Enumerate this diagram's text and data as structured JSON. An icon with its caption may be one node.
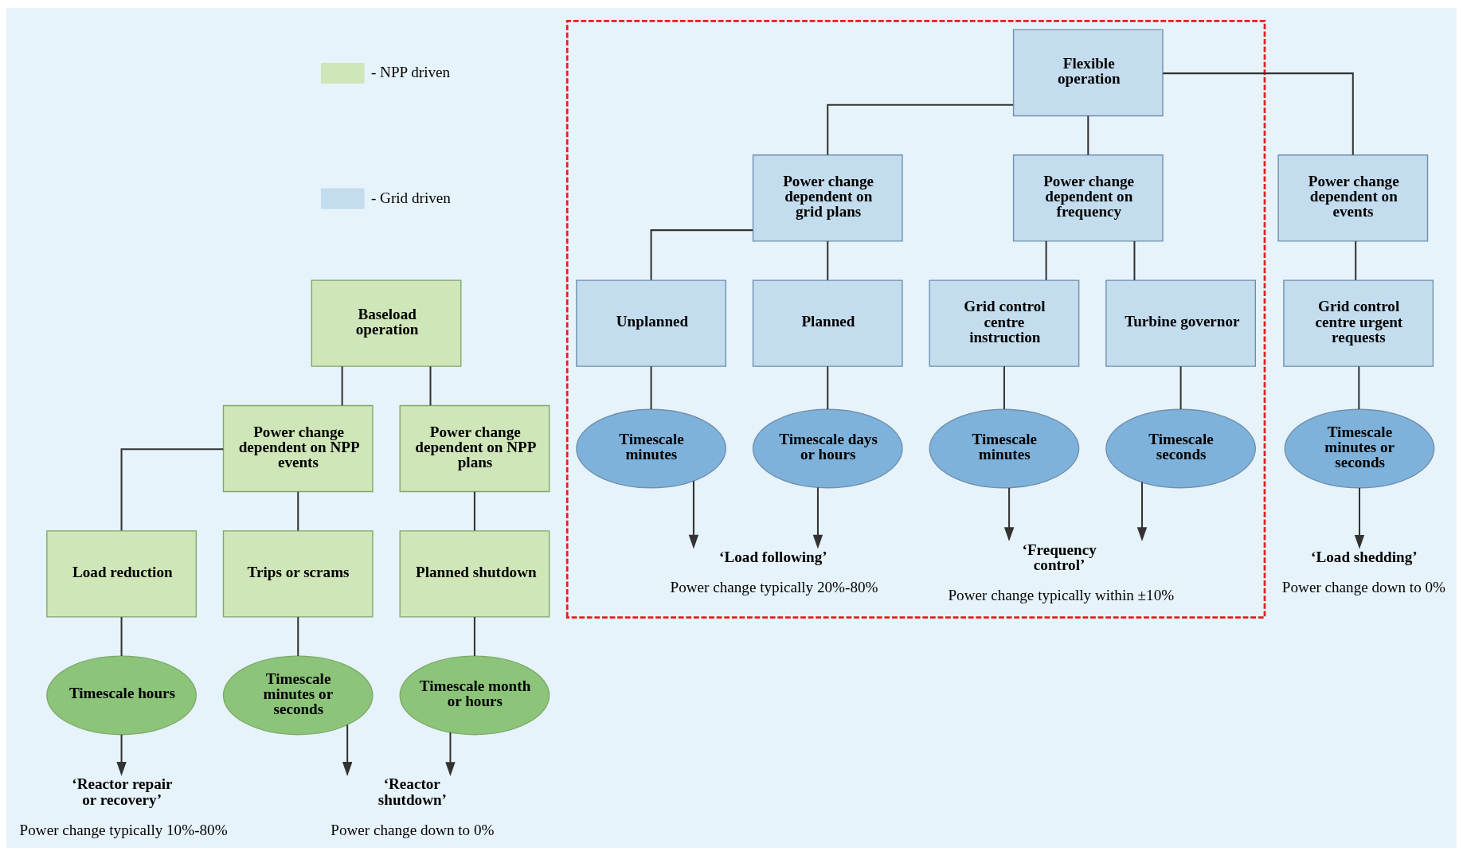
{
  "diagram": {
    "nodes": [
      {
        "text": [],
        "shape": "box"
      },
      {
        "text": [
          "Baseload operation"
        ]
      },
      {
        "text": [
          "Flexible operation"
        ],
        "in": 0
      },
      {
        "text": [
          "Power change dependent on NPP events"
        ]
      },
      {
        "text": [
          "Power change dependent on NPP plans"
        ]
      },
      {
        "text": [
          "Power change dependent on events"
        ]
      },
      {
        "text": [
          "Power change dependent on grid plans"
        ],
        "in": 0
      },
      {
        "text": [
          "Power change dependent on frequency"
        ],
        "in": 0
      },
      {
        "text": [
          "Load reduction"
        ]
      },
      {
        "text": [
          "Trips or scrams"
        ]
      },
      {
        "text": [
          "Planned shutdown"
        ]
      },
      {
        "text": [
          "Grid control centre urgent requests"
        ]
      },
      {
        "text": [
          "Unplanned"
        ],
        "in": 0
      },
      {
        "text": [
          "Planned"
        ],
        "in": 0
      },
      {
        "text": [
          "Grid control centre instruction"
        ],
        "in": 0
      },
      {
        "text": [
          "Turbine governor"
        ],
        "in": 0
      },
      {
        "text": [
          "Timescale hours"
        ]
      },
      {
        "text": [
          "Timescale minutes or seconds"
        ]
      },
      {
        "text": [
          "Timescale month or hours"
        ]
      },
      {
        "text": [
          "Timescale minutes or seconds"
        ]
      },
      {
        "text": [
          "Timescale minutes"
        ],
        "in": 0
      },
      {
        "text": [
          "Timescale days or hours"
        ],
        "in": 0
      },
      {
        "text": [
          "Timescale minutes"
        ],
        "in": 0
      },
      {
        "text": [
          "Timescale seconds"
        ],
        "in": 0
      },
      {
        "text": [
          "‘Reactor repair or recovery’"
        ],
        "beside": [
          "Power change typically 10%-80%"
        ]
      },
      {
        "text": [
          "‘Reactor shutdown’"
        ],
        "beside": [
          "Power change down to 0%"
        ]
      },
      {
        "text": [
          "‘Load shedding’"
        ],
        "beside": [
          "Power change down to 0%"
        ]
      },
      {
        "text": [
          "‘Load following’"
        ],
        "in": 0,
        "beside": [
          "Power change typically 20%-80%"
        ]
      },
      {
        "text": [
          "‘Frequency control’"
        ],
        "in": 0,
        "beside": [
          "Power change typically within ±10%"
        ]
      }
    ],
    "edges": [
      {
        "from": 1,
        "to": 3,
        "arrow": "none"
      },
      {
        "from": 1,
        "to": 4,
        "arrow": "none"
      },
      {
        "from": 2,
        "to": 5,
        "arrow": "none"
      },
      {
        "from": 2,
        "to": 6,
        "arrow": "none"
      },
      {
        "from": 2,
        "to": 7,
        "arrow": "none"
      },
      {
        "from": 3,
        "to": 8,
        "arrow": "none"
      },
      {
        "from": 3,
        "to": 9,
        "arrow": "none"
      },
      {
        "from": 4,
        "to": 10,
        "arrow": "none"
      },
      {
        "from": 5,
        "to": 11,
        "arrow": "none"
      },
      {
        "from": 6,
        "to": 12,
        "arrow": "none"
      },
      {
        "from": 6,
        "to": 13,
        "arrow": "none"
      },
      {
        "from": 7,
        "to": 14,
        "arrow": "none"
      },
      {
        "from": 7,
        "to": 15,
        "arrow": "none"
      },
      {
        "from": 8,
        "to": 16,
        "arrow": "none"
      },
      {
        "from": 9,
        "to": 17,
        "arrow": "none"
      },
      {
        "from": 10,
        "to": 18,
        "arrow": "none"
      },
      {
        "from": 11,
        "to": 19,
        "arrow": "none"
      },
      {
        "from": 12,
        "to": 20,
        "arrow": "none"
      },
      {
        "from": 13,
        "to": 21,
        "arrow": "none"
      },
      {
        "from": 14,
        "to": 22,
        "arrow": "none"
      },
      {
        "from": 15,
        "to": 23,
        "arrow": "none"
      },
      {
        "from": 16,
        "to": 24,
        "arrow": "to"
      },
      {
        "from": 17,
        "to": 25,
        "arrow": "to"
      },
      {
        "from": 18,
        "to": 25,
        "arrow": "to"
      },
      {
        "from": 19,
        "to": 26,
        "arrow": "to"
      },
      {
        "from": 20,
        "to": 27,
        "arrow": "to"
      },
      {
        "from": 21,
        "to": 27,
        "arrow": "to"
      },
      {
        "from": 22,
        "to": 28,
        "arrow": "to"
      },
      {
        "from": 23,
        "to": 28,
        "arrow": "to"
      }
    ],
    "legend": [
      {
        "text": "- NPP driven",
        "color": "#cfe6b8"
      },
      {
        "text": "- Grid driven",
        "color": "#c3dcee"
      }
    ]
  }
}
